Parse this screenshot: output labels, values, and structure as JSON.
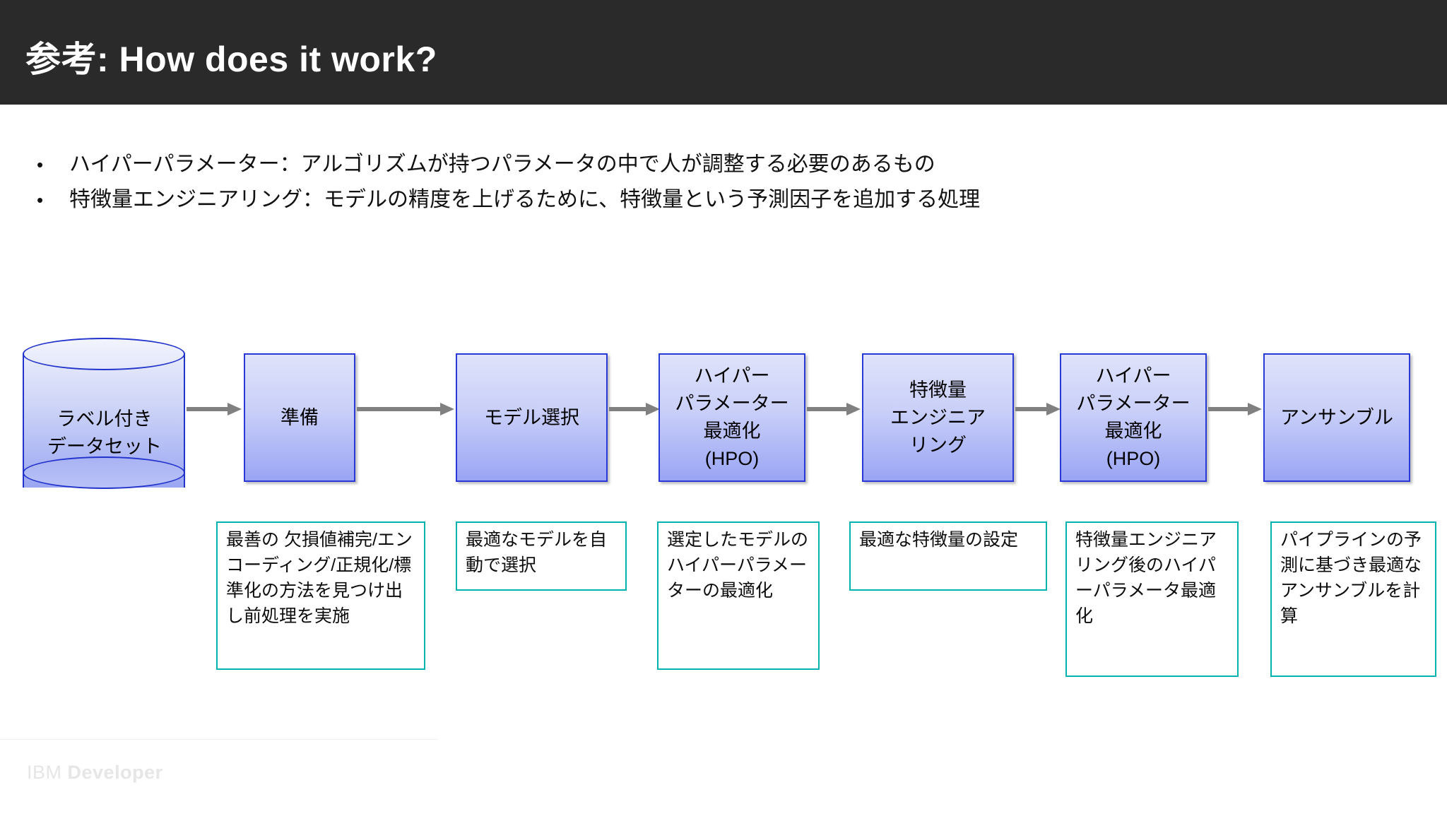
{
  "header": {
    "title": "参考: How does it work?"
  },
  "bullets": [
    {
      "marker": "•",
      "text": "ハイパーパラメーター：アルゴリズムが持つパラメータの中で人が調整する必要のあるもの"
    },
    {
      "marker": "•",
      "text": "特徴量エンジニアリング：モデルの精度を上げるために、特徴量という予測因子を追加する処理"
    }
  ],
  "diagram": {
    "datastore": {
      "label": "ラベル付き\nデータセット"
    },
    "steps": [
      {
        "label": "準備"
      },
      {
        "label": "モデル選択"
      },
      {
        "label": "ハイパー\nパラメーター\n最適化\n(HPO)"
      },
      {
        "label": "特徴量\nエンジニア\nリング"
      },
      {
        "label": "ハイパー\nパラメーター\n最適化\n(HPO)"
      },
      {
        "label": "アンサンブル"
      }
    ],
    "annotations": [
      {
        "text": "最善の 欠損値補完/エンコーディング/正規化/標準化の方法を見つけ出し前処理を実施"
      },
      {
        "text": "最適なモデルを自動で選択"
      },
      {
        "text": "選定したモデルのハイパーパラメーターの最適化"
      },
      {
        "text": "最適な特徴量の設定"
      },
      {
        "text": "特徴量エンジニアリング後のハイパーパラメータ最適化"
      },
      {
        "text": "パイプラインの予測に基づき最適なアンサンブルを計算"
      }
    ],
    "arrow_count": 6
  },
  "footer": {
    "brand_light": "IBM",
    "brand_bold": "Developer"
  },
  "colors": {
    "header_background": "#2a2a2a",
    "header_text": "#ffffff",
    "box_border": "#2a38d8",
    "box_fill_top": "#dfe3fb",
    "box_fill_bottom": "#9aa5f4",
    "annotation_border": "#00b3b0",
    "arrow": "#808080",
    "footer_text": "#e6e6e6"
  }
}
